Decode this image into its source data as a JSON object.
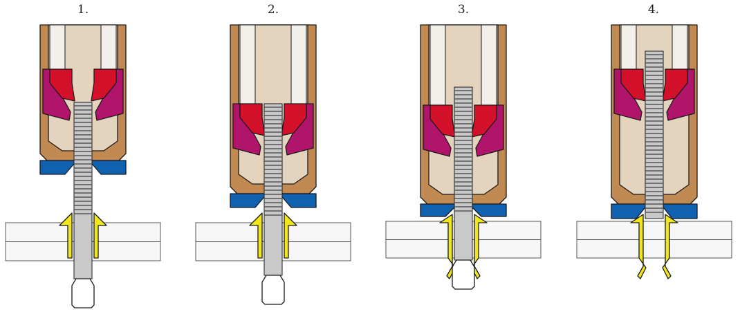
{
  "steps": [
    {
      "label": "1."
    },
    {
      "label": "2."
    },
    {
      "label": "3."
    },
    {
      "label": "4."
    }
  ],
  "colors": {
    "housing": "#c08a52",
    "inner_sleeve": "#e4d3bd",
    "mandrel": "#f2eeea",
    "jaw_outer": "#b0146b",
    "jaw_inner": "#d4112b",
    "nosepiece": "#1062b0",
    "rivet": "#f0e61a",
    "plate": "#f6f6f6",
    "stem": "#c9c9c9",
    "outline": "#1a1a1a"
  }
}
